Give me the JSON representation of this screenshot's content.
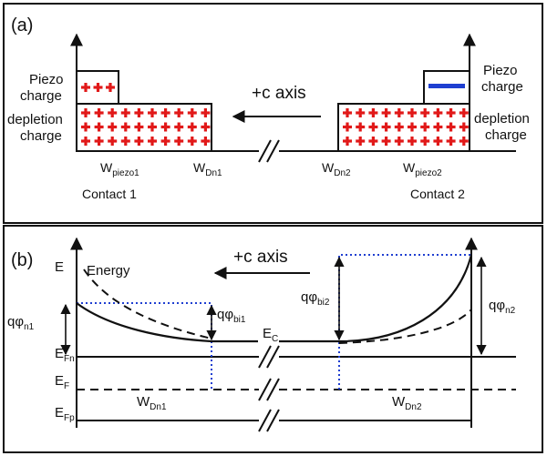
{
  "panel_a": {
    "label": "(a)",
    "piezo_left": [
      "Piezo",
      "charge"
    ],
    "depletion_left": [
      "depletion",
      "charge"
    ],
    "piezo_right": [
      "Piezo",
      "charge"
    ],
    "depletion_right": [
      "depletion",
      "charge"
    ],
    "c_axis": "+c axis",
    "ticks": {
      "w_piezo1": {
        "main": "W",
        "sub": "piezo1"
      },
      "w_dn1": {
        "main": "W",
        "sub": "Dn1"
      },
      "w_dn2": {
        "main": "W",
        "sub": "Dn2"
      },
      "w_piezo2": {
        "main": "W",
        "sub": "piezo2"
      }
    },
    "contact1": "Contact 1",
    "contact2": "Contact 2"
  },
  "panel_b": {
    "label": "(b)",
    "e_axis": "E",
    "energy": "Energy",
    "c_axis": "+c axis",
    "q_phi_n1": {
      "main": "qφ",
      "sub": "n1"
    },
    "q_phi_bi1": {
      "main": "qφ",
      "sub": "bi1"
    },
    "q_phi_bi2": {
      "main": "qφ",
      "sub": "bi2"
    },
    "q_phi_n2": {
      "main": "qφ",
      "sub": "n2"
    },
    "e_c": {
      "main": "E",
      "sub": "C"
    },
    "e_fn": {
      "main": "E",
      "sub": "Fn"
    },
    "e_f": {
      "main": "E",
      "sub": "F"
    },
    "e_fp": {
      "main": "E",
      "sub": "Fp"
    },
    "w_dn1": {
      "main": "W",
      "sub": "Dn1"
    },
    "w_dn2": {
      "main": "W",
      "sub": "Dn2"
    }
  },
  "colors": {
    "plus": "#e11919",
    "minus": "#1f3fd1",
    "dotted": "#1f3fd1",
    "line": "#111111"
  }
}
